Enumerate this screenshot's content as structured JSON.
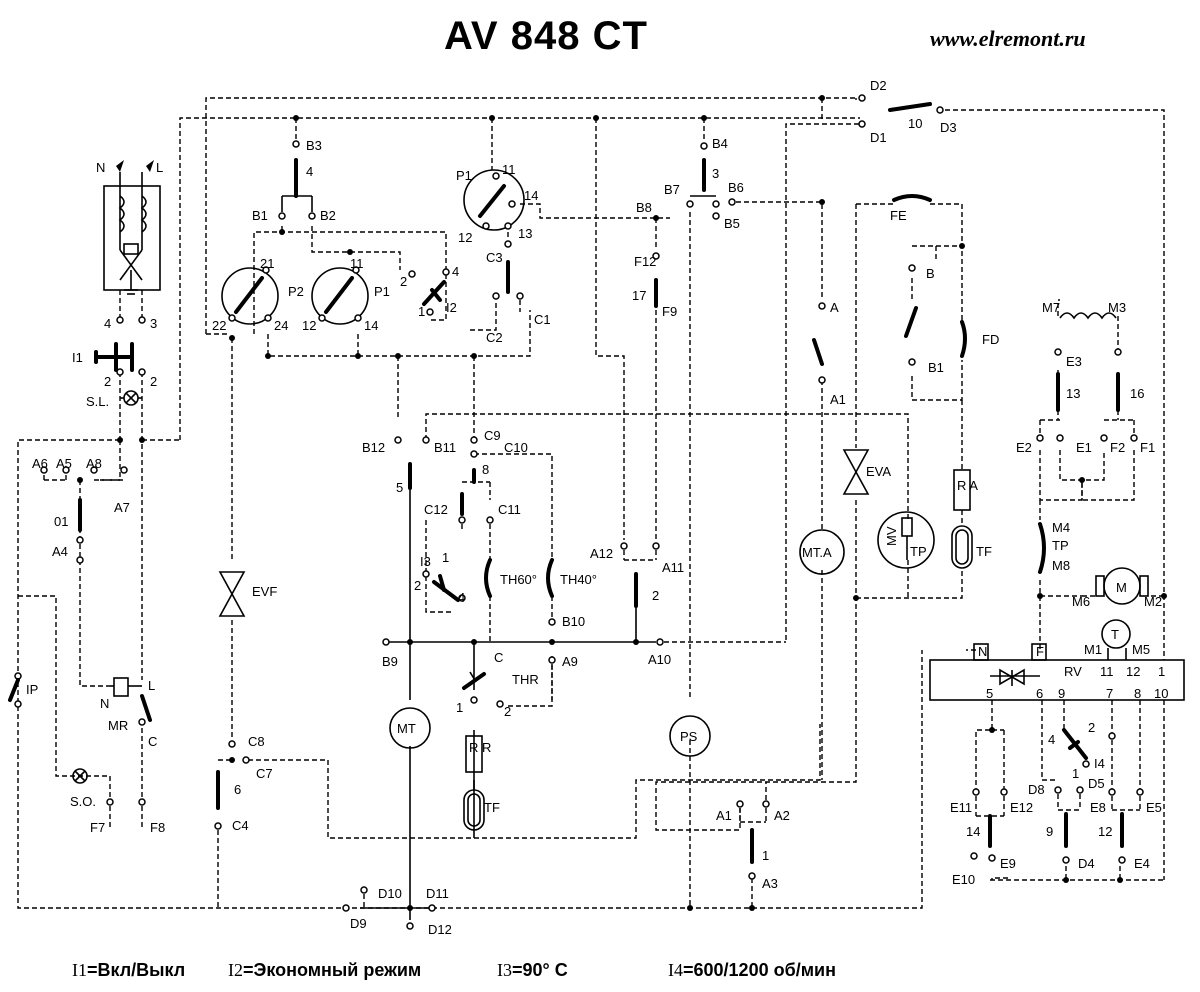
{
  "header": {
    "title": "AV 848 CT",
    "site": "www.elremont.ru"
  },
  "legend": [
    {
      "key": "I1",
      "text": "=Вкл/Выкл"
    },
    {
      "key": "I2",
      "text": "=Экономный режим"
    },
    {
      "key": "I3",
      "text": "=90° С"
    },
    {
      "key": "I4",
      "text": "=600/1200 об/мин"
    }
  ],
  "labels": {
    "N": "N",
    "L": "L",
    "n4": "4",
    "n3": "3",
    "I1": "I1",
    "n2a": "2",
    "n2b": "2",
    "SL": "S.L.",
    "A6": "A6",
    "A5": "A5",
    "A8": "A8",
    "A7": "A7",
    "n01": "01",
    "A4": "A4",
    "IP": "IP",
    "MRN": "N",
    "MRL": "L",
    "MR": "MR",
    "MRC": "C",
    "SO": "S.O.",
    "F7": "F7",
    "F8": "F8",
    "B3": "B3",
    "B3n": "4",
    "B1": "B1",
    "B2": "B2",
    "P2": "P2",
    "P2_21": "21",
    "P2_22": "22",
    "P2_24": "24",
    "P1b": "P1",
    "P1b_11": "11",
    "P1b_12": "12",
    "P1b_14": "14",
    "I2_2": "2",
    "I2_4": "4",
    "I2_1": "1",
    "I2": "I2",
    "P1": "P1",
    "P1_11": "11",
    "P1_14": "14",
    "P1_12": "12",
    "P1_13": "13",
    "C3": "C3",
    "C1": "C1",
    "C2": "C2",
    "B4": "B4",
    "B4n": "3",
    "B7": "B7",
    "B6": "B6",
    "B8": "B8",
    "B5": "B5",
    "F12": "F12",
    "n17": "17",
    "F9": "F9",
    "D2": "D2",
    "D1": "D1",
    "D3": "D3",
    "n10": "10",
    "FE": "FE",
    "B": "B",
    "B1r": "B1",
    "FD": "FD",
    "A": "A",
    "A1": "A1",
    "B12": "B12",
    "B11": "B11",
    "C9": "C9",
    "C10": "C10",
    "n5": "5",
    "n8": "8",
    "C12": "C12",
    "C11": "C11",
    "I3": "I3",
    "I3_1": "1",
    "I3_2": "2",
    "I3_4": "4",
    "TH60": "TH60°",
    "TH40": "TH40°",
    "A12": "A12",
    "A11": "A11",
    "n2c": "2",
    "B10": "B10",
    "B9": "B9",
    "A9": "A9",
    "A10": "A10",
    "THR_C": "C",
    "THR": "THR",
    "THR_1": "1",
    "THR_2": "2",
    "EVF": "EVF",
    "EVA": "EVA",
    "MTA": "MT.A",
    "MT": "MT",
    "PS": "PS",
    "MV": "MV",
    "TP": "TP",
    "RA": "R A",
    "TF": "TF",
    "RR": "R R",
    "TF2": "TF",
    "C8": "C8",
    "C7": "C7",
    "n6": "6",
    "C4": "C4",
    "A1b": "A1",
    "A2": "A2",
    "n1": "1",
    "A3": "A3",
    "D10": "D10",
    "D11": "D11",
    "D9": "D9",
    "D12": "D12",
    "M7": "M7",
    "M3": "M3",
    "E3": "E3",
    "n13": "13",
    "n16": "16",
    "E2": "E2",
    "E1": "E1",
    "F2": "F2",
    "F1": "F1",
    "M4": "M4",
    "TPm": "TP",
    "M8": "M8",
    "M6": "M6",
    "Mmotor": "M",
    "M2": "M2",
    "M1": "M1",
    "T": "T",
    "M5": "M5",
    "RV": "RV",
    "RVN": "N",
    "RVF": "F",
    "rv11": "11",
    "rv12": "12",
    "rv1": "1",
    "rv5": "5",
    "rv6": "6",
    "rv9": "9",
    "rv7": "7",
    "rv8": "8",
    "rv10": "10",
    "I4": "I4",
    "I4_2": "2",
    "I4_4": "4",
    "I4_1": "1",
    "D8": "D8",
    "D5": "D5",
    "E11": "E11",
    "E12": "E12",
    "E8": "E8",
    "E5": "E5",
    "n14": "14",
    "n9": "9",
    "n12": "12",
    "E10": "E10",
    "E9": "E9",
    "D4": "D4",
    "E4": "E4"
  }
}
